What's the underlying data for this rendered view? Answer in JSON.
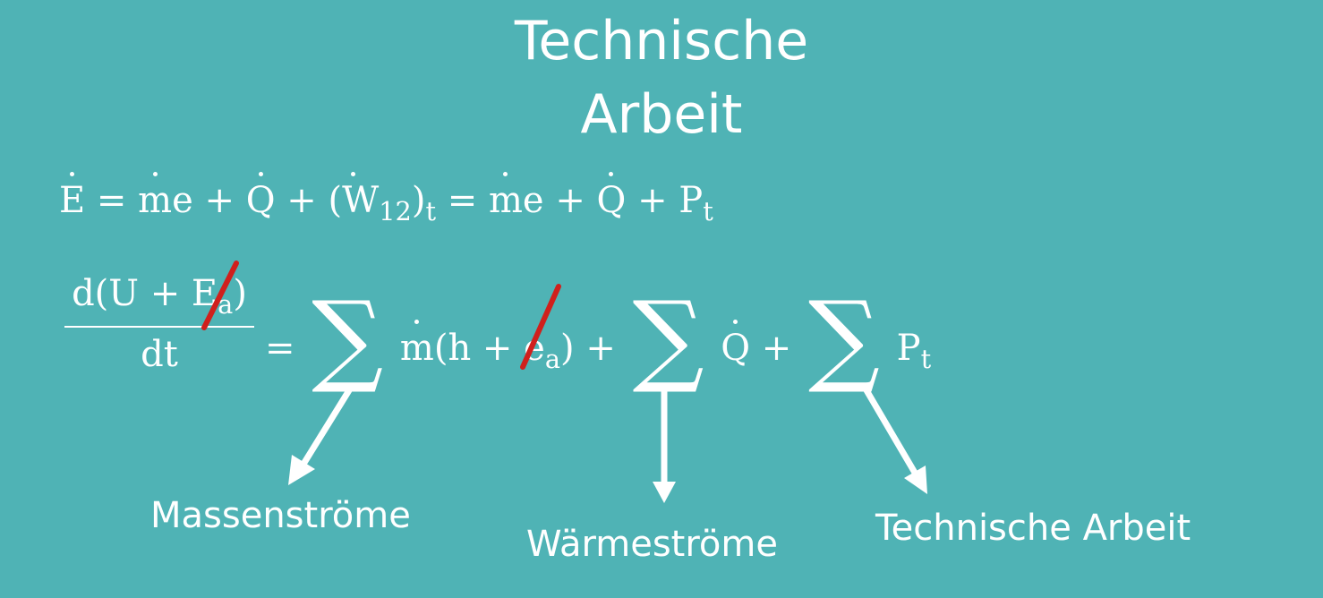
{
  "slide": {
    "title_line1": "Technische",
    "title_line2": "Arbeit"
  },
  "equation1": {
    "lhs": "E",
    "eq1": "=",
    "m1": "m",
    "e1": "e",
    "plus1": "+",
    "Q1": "Q",
    "plus2": "+",
    "open": "(W",
    "w_sub": "12",
    "close": ")",
    "t_sub": "t",
    "eq2": "=",
    "m2": "m",
    "e2": "e",
    "plus3": "+",
    "Q2": "Q",
    "plus4": "+",
    "P": "P",
    "P_sub": "t"
  },
  "equation2": {
    "numerator_pre": "d(U + E",
    "numerator_sub": "a",
    "numerator_post": ")",
    "denominator": "dt",
    "eq": "=",
    "sigma1": "∑",
    "m": "m",
    "term1_pre": "(h + e",
    "term1_sub": "a",
    "term1_post": ")",
    "plus1": "+",
    "sigma2": "∑",
    "Q": "Q",
    "plus2": "+",
    "sigma3": "∑",
    "P": "P",
    "P_sub": "t"
  },
  "labels": {
    "mass_flows": "Massenströme",
    "heat_flows": "Wärmeströme",
    "technical_work": "Technische Arbeit"
  },
  "colors": {
    "background": "#4fb3b5",
    "text": "#ffffff",
    "strike": "#d0201c"
  }
}
